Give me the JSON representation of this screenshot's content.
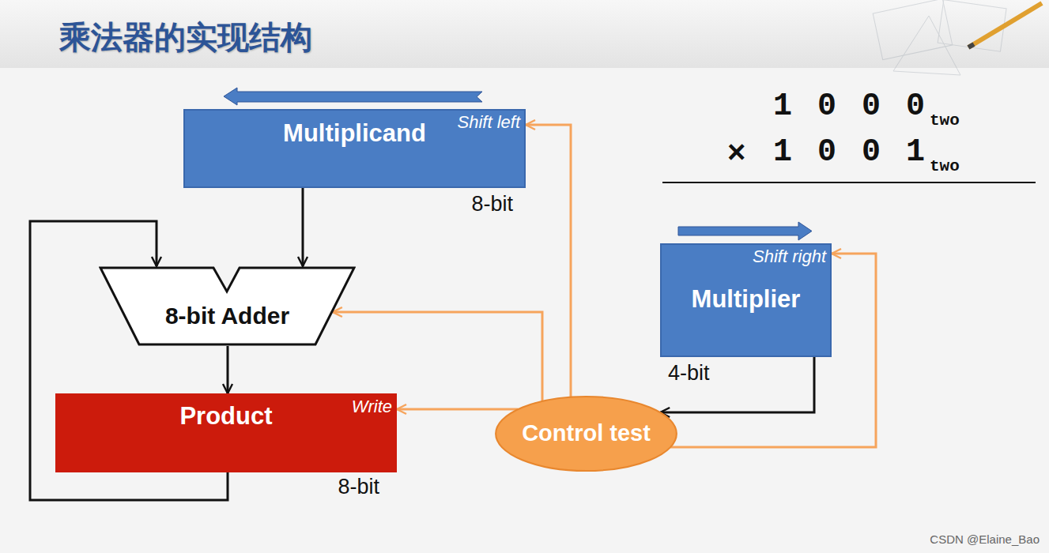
{
  "diagram": {
    "title": "乘法器的实现结构",
    "nodes": [
      {
        "text": [
          "Multiplicand",
          "Shift left",
          "8-bit"
        ]
      },
      {
        "text": [
          "8-bit Adder"
        ]
      },
      {
        "text": [
          "Multiplier",
          "Shift right",
          "4-bit"
        ]
      },
      {
        "text": [
          "Product",
          "Write",
          "8-bit"
        ]
      },
      {
        "text": [
          "Control test"
        ]
      }
    ],
    "edges": [
      {
        "from": 0,
        "to": 1,
        "arrow": "to"
      },
      {
        "from": 3,
        "to": 1,
        "arrow": "to"
      },
      {
        "from": 1,
        "to": 3,
        "arrow": "to"
      },
      {
        "from": 2,
        "to": 4,
        "arrow": "to"
      },
      {
        "from": 4,
        "to": 0,
        "arrow": "to"
      },
      {
        "from": 4,
        "to": 1,
        "arrow": "to"
      },
      {
        "from": 4,
        "to": 3,
        "arrow": "to"
      },
      {
        "from": 4,
        "to": 2,
        "arrow": "to"
      }
    ],
    "labels": [
      "1 0 0 0",
      "two",
      "×",
      "1 0 0 1",
      "two",
      "CSDN @Elaine_Bao"
    ]
  }
}
